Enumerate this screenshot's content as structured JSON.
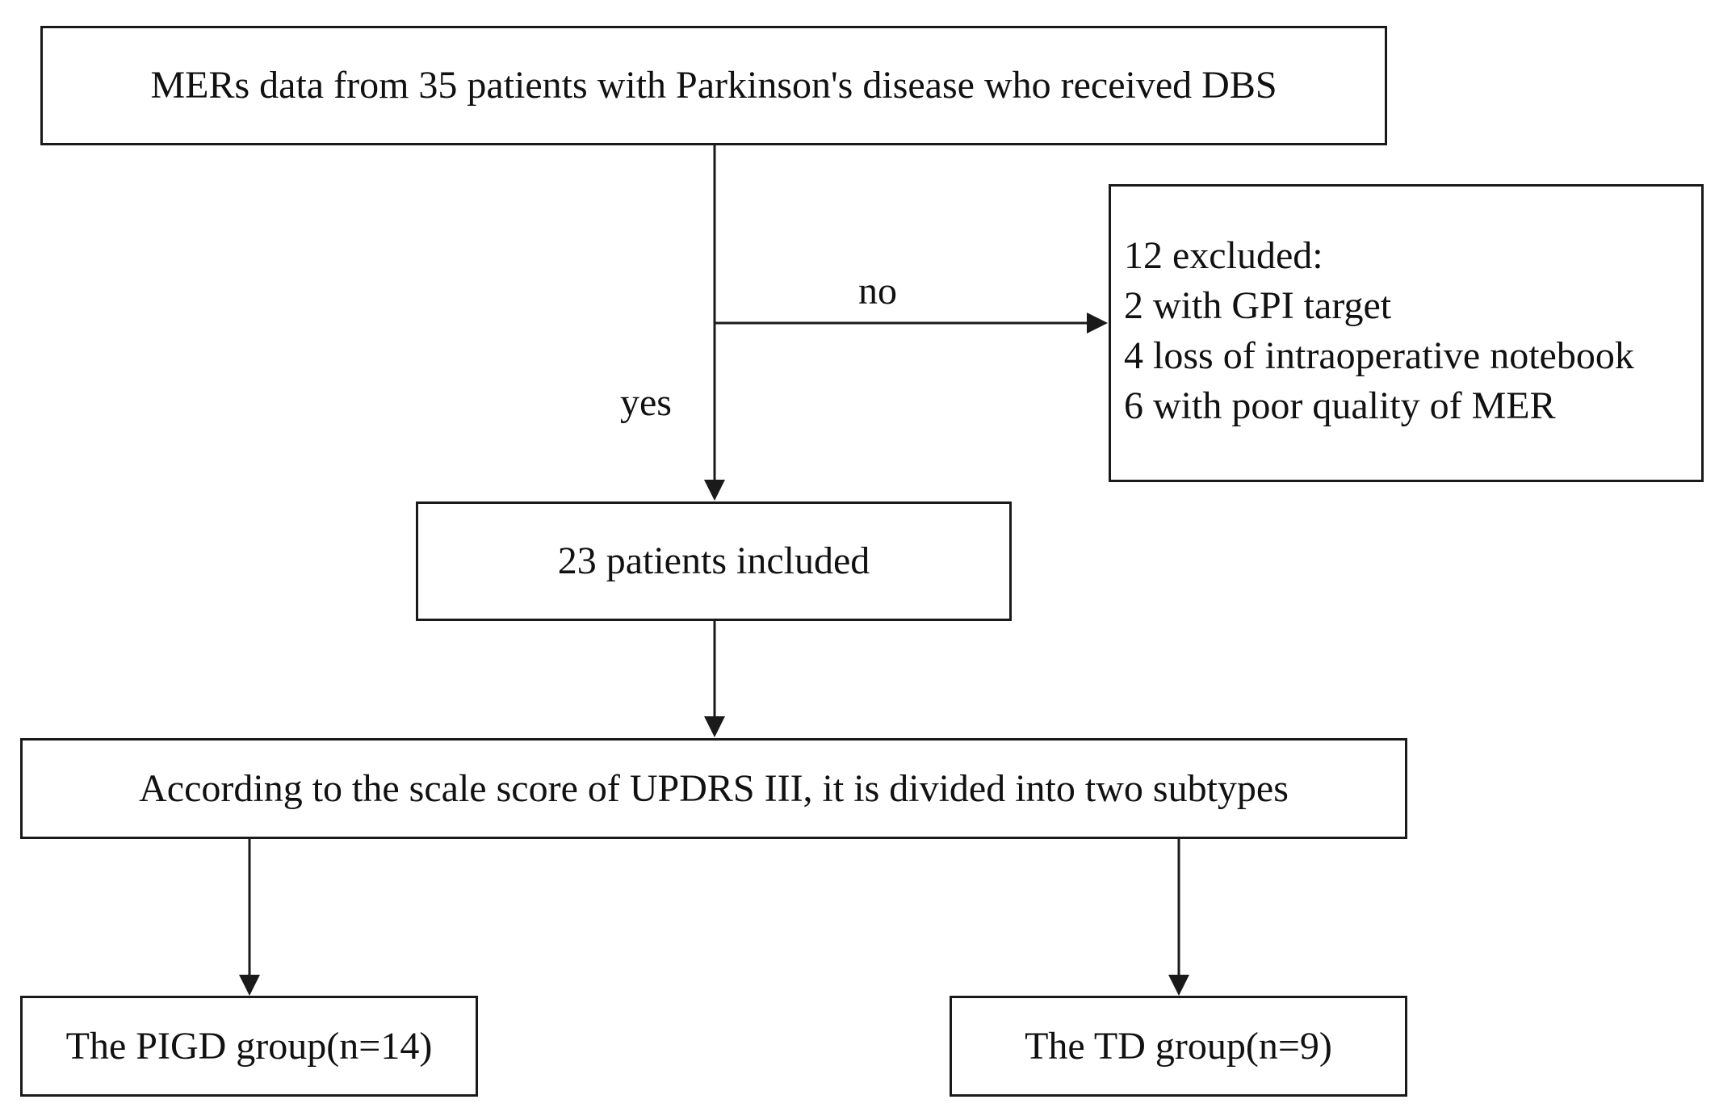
{
  "flowchart": {
    "source_box": "MERs data from 35 patients with Parkinson's disease who received DBS",
    "decision_no_label": "no",
    "decision_yes_label": "yes",
    "exclusion_box": {
      "lines": [
        "12 excluded:",
        "2 with GPI target",
        "4 loss of intraoperative notebook",
        "6 with poor quality of MER"
      ]
    },
    "included_box": "23 patients included",
    "subtype_box": "According to the scale score of UPDRS III, it is divided into two subtypes",
    "group_boxes": {
      "pigd": "The PIGD group(n=14)",
      "td": "The TD group(n=9)"
    }
  }
}
